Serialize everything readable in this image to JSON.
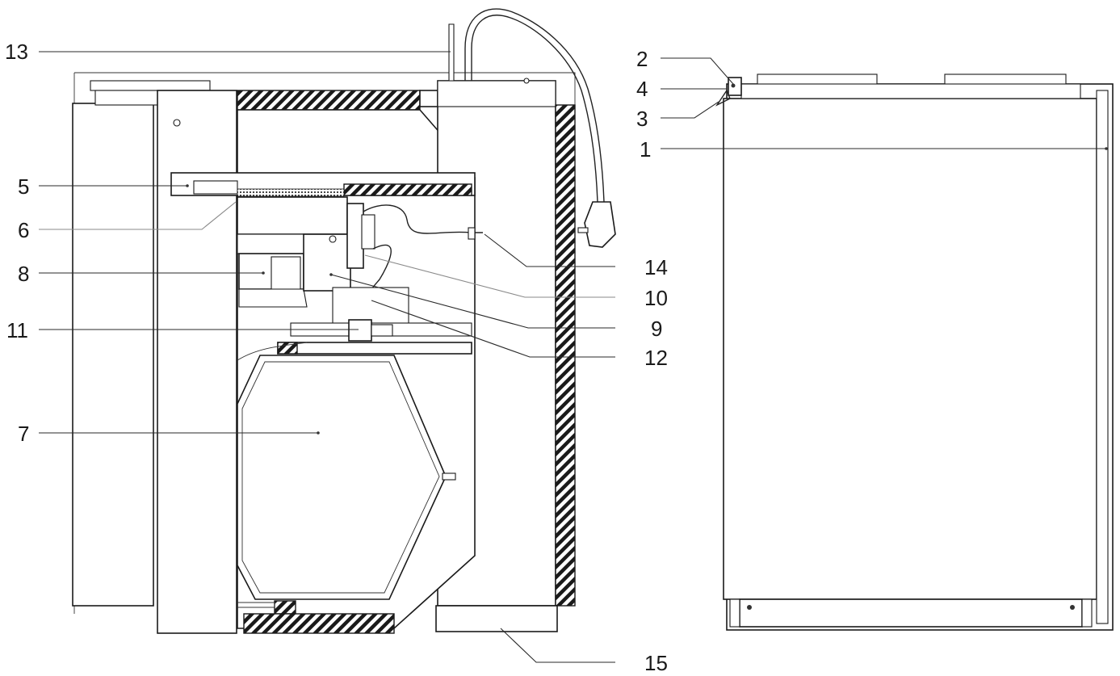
{
  "callouts": [
    {
      "id": "13",
      "label": "13"
    },
    {
      "id": "5",
      "label": "5"
    },
    {
      "id": "6",
      "label": "6"
    },
    {
      "id": "8",
      "label": "8"
    },
    {
      "id": "11",
      "label": "11"
    },
    {
      "id": "7",
      "label": "7"
    },
    {
      "id": "14",
      "label": "14"
    },
    {
      "id": "10",
      "label": "10"
    },
    {
      "id": "9",
      "label": "9"
    },
    {
      "id": "12",
      "label": "12"
    },
    {
      "id": "15",
      "label": "15"
    },
    {
      "id": "2",
      "label": "2"
    },
    {
      "id": "4",
      "label": "4"
    },
    {
      "id": "3",
      "label": "3"
    },
    {
      "id": "1",
      "label": "1"
    }
  ],
  "colors": {
    "stroke": "#1a1a1a",
    "background": "#ffffff"
  }
}
